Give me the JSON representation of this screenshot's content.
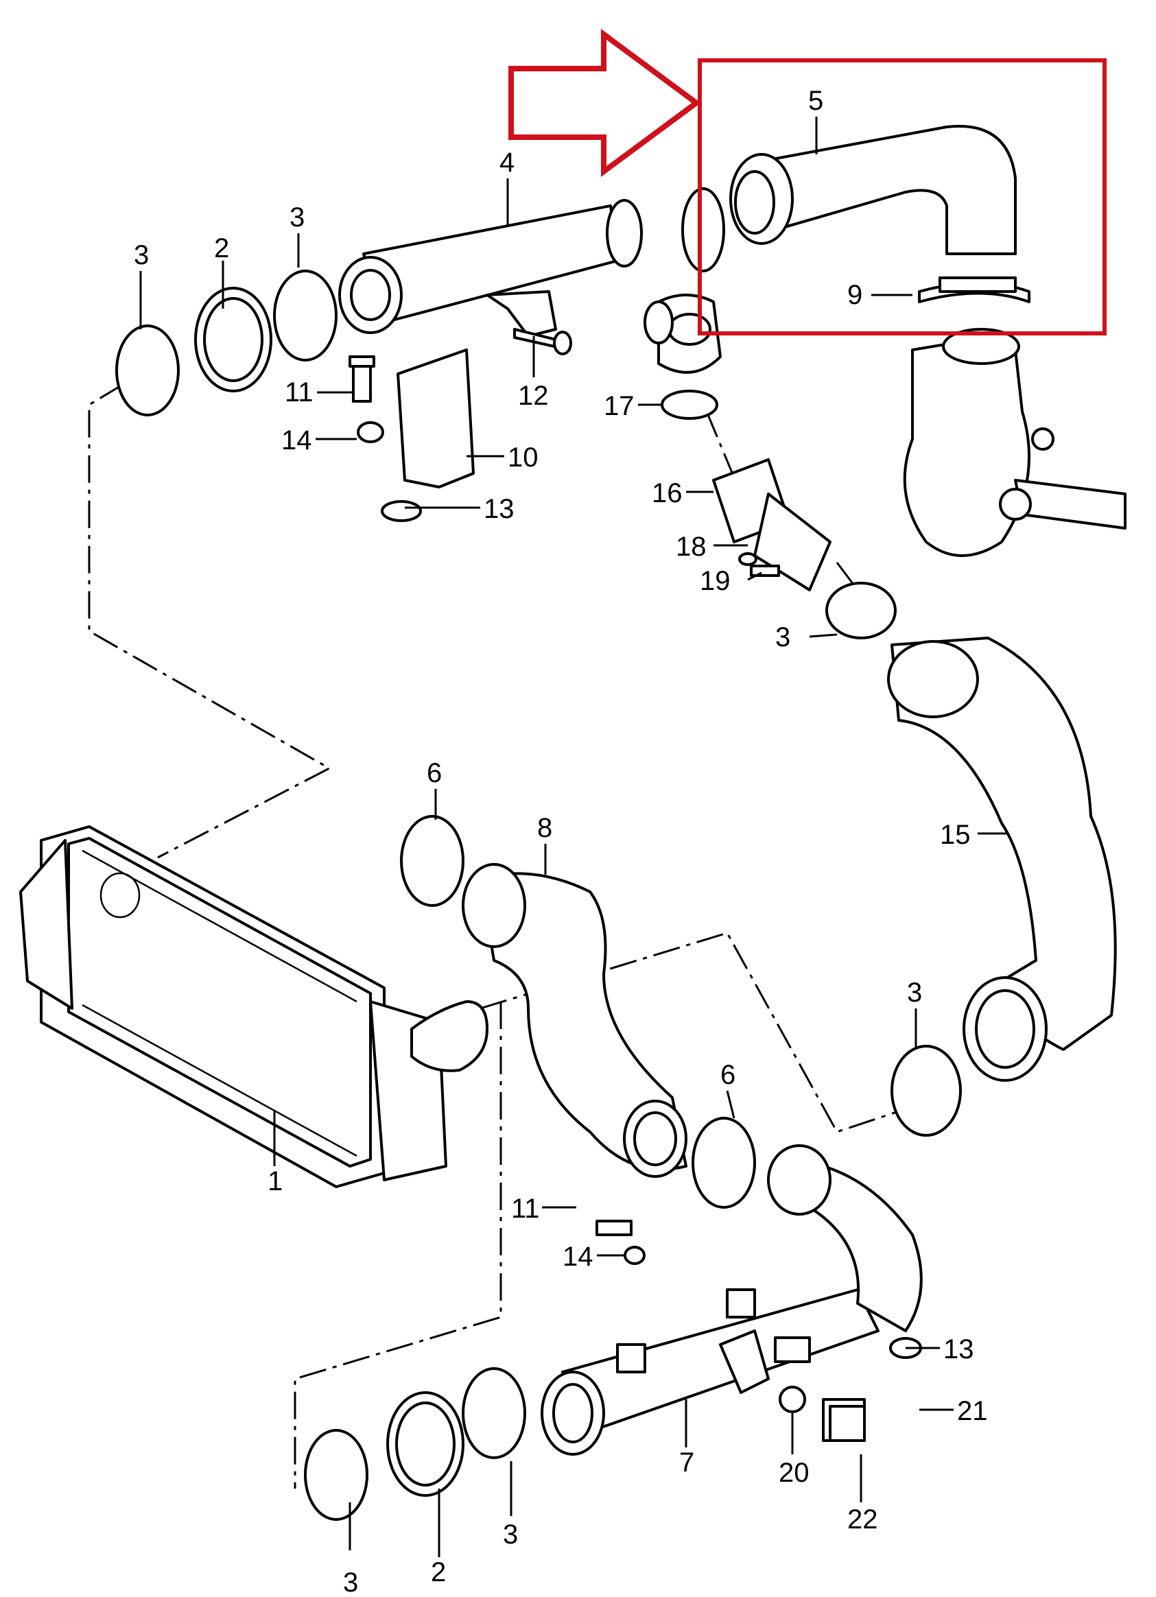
{
  "callouts": {
    "c1": "1",
    "c2a": "2",
    "c2b": "2",
    "c3a": "3",
    "c3b": "3",
    "c3c": "3",
    "c3d": "3",
    "c3e": "3",
    "c3f": "3",
    "c4": "4",
    "c5": "5",
    "c6a": "6",
    "c6b": "6",
    "c7": "7",
    "c8": "8",
    "c9": "9",
    "c10": "10",
    "c11a": "11",
    "c11b": "11",
    "c12": "12",
    "c13a": "13",
    "c13b": "13",
    "c14a": "14",
    "c14b": "14",
    "c15": "15",
    "c16": "16",
    "c17": "17",
    "c18": "18",
    "c19": "19",
    "c20": "20",
    "c21": "21",
    "c22": "22"
  },
  "highlight": {
    "color": "#d0101a",
    "target_part": "5"
  }
}
